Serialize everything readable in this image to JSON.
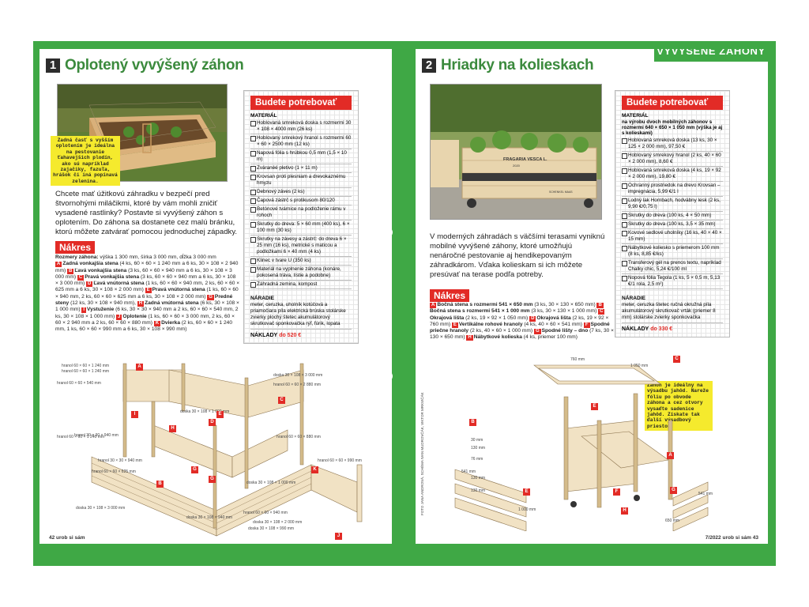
{
  "banner": "VYVÝŠENÉ ZÁHONY",
  "left": {
    "number": "1",
    "title": "Oplotený vyvýšený záhon",
    "note": "Zadná časť s vyšším oplotením je ideálna na pestovanie ťahavejších plodín, ako sú napríklad zajačiky, fazuľa, hrášok či iná popínavá zelenina.",
    "intro": "Chcete mať úžitkovú záhradku v bezpečí pred štvornohými miláčikmi, ktoré by vám mohli zničiť vysadené rastlinky? Postavte si vyvýšený záhon s oplotením. Do záhona sa dostanete cez malú bránku, ktorú môžete zatvárať pomocou jednoduchej západky.",
    "needs_title": "Budete potrebovať",
    "material_title": "MATERIÁL",
    "materials": [
      "Hoblovaná smreková doska s rozmermi 30 × 108 × 4000 mm (26 ks)",
      "Hoblovaný smrekový hranol s rozmermi 60 × 60 × 2500 mm (12 ks)",
      "Napová fólia s hrúbkou 0,5 mm (1,5 × 10 m)",
      "Zváranéé pletivo (1 × 11 m)",
      "Krovsan proti plesniam a drevokaznému hmyzu",
      "Debnový záves (2 ks)",
      "Čapová zástrč s protikusom 80/120",
      "Betónové tvárnice na podloženie rámu v rohoch",
      "Skrutky do dreva: 5 × 60 mm (400 ks), 6 × 100 mm (30 ks)",
      "Skrutky na závesy a zástrč: do dreva 6 × 25 mm (16 ks), metrické s maticou a podložkami 6 × 40 mm (4 ks)",
      "Klinec v tvare U (350 ks)",
      "Materiál na vyplnenie záhona (konáre, pokosená tráva, lístie a podobne)",
      "Záhradná zemina, kompost"
    ],
    "tools_title": "NÁRADIE",
    "tools": "meter, ceruzka, uholník kotúčová a priamočiara píla elektrická brúska stolárske zvierky plochý štetec akumulátorový skrutkovač spon­kovačka rýľ, fúrik, lopata",
    "cost_label": "NÁKLADY",
    "cost_value": "do 520 €",
    "nakres_title": "Nákres",
    "nakres_intro_bold": "Rozmery záhona:",
    "nakres_intro": " výška 1 300 mm, šírka 3 000 mm, dĺžka 3 000 mm",
    "parts": [
      {
        "l": "A",
        "name": "Zadná vonkajšia stena",
        "dim": " (4 ks, 60 × 60 × 1 240 mm a 6 ks, 30 × 108 × 2 940 mm) "
      },
      {
        "l": "B",
        "name": "Ľavá vonkajšia stena",
        "dim": " (3 ks, 60 × 60 × 940 mm a 6 ks, 30 × 108 × 3 000 mm) "
      },
      {
        "l": "C",
        "name": "Pravá vonkajšia stena",
        "dim": " (3 ks, 60 × 60 × 940 mm a 6 ks, 30 × 108 × 3 000 mm) "
      },
      {
        "l": "D",
        "name": "Ľavá vnútorná stena",
        "dim": " (1 ks, 60 × 60 × 940 mm, 2 ks, 60 × 60 × 625 mm a 6 ks, 30 × 108 × 2 000 mm) "
      },
      {
        "l": "E",
        "name": "Pravá vnútorná stena",
        "dim": " (1 ks, 60 × 60 × 940 mm, 2 ks, 60 × 60 × 625 mm a 6 ks, 30 × 108 × 2 000 mm) "
      },
      {
        "l": "G",
        "name": "Predné steny",
        "dim": " (12 ks, 30 × 108 × 940 mm), "
      },
      {
        "l": "H",
        "name": "Zadná vnútorná stena",
        "dim": " (6 ks, 30 × 108 × 1 000 mm) "
      },
      {
        "l": "I",
        "name": "Vystuženie",
        "dim": " (6 ks, 30 × 30 × 940 mm a 2 ks, 60 × 60 × 540 mm, 2 ks, 30 × 108 × 1 000 mm) "
      },
      {
        "l": "J",
        "name": "Oplotenie",
        "dim": " (1 ks, 60 × 60 × 3 000 mm, 2 ks, 60 × 60 × 2 940 mm a 2 ks, 60 × 60 × 880 mm) "
      },
      {
        "l": "K",
        "name": "Dvierka",
        "dim": " (2 ks, 60 × 60 × 1 240 mm, 1 ks, 60 × 60 × 990 mm a 6 ks, 30 × 108 × 990 mm)"
      }
    ],
    "diagram_labels": [
      "hranol 60 × 60 × 1 240 mm",
      "hranol 60 × 60 × 1 240 mm",
      "hranol 60 × 60 × 540 mm",
      "hranol 30 × 30 × 940 mm",
      "doska 30 × 108 × 3 000 mm",
      "hranol 60 × 60 × 2 880 mm",
      "doska 30 × 108 × 1 000 mm",
      "hranol 60 × 60 × 880 mm",
      "hranol 60 × 60 × 1 240 mm",
      "hranol 30 × 30 × 940 mm",
      "hranol 60 × 60 × 625 mm",
      "hranol 60 × 60 × 990 mm",
      "doska 30 × 108 × 1 000 mm",
      "doska 30 × 108 × 3 000 mm",
      "doska 30 × 108 × 940 mm",
      "doska 30 × 108 × 2 000 mm",
      "hranol 60 × 60 × 940 mm",
      "doska 30 × 108 × 990 mm"
    ],
    "footer": "42 urob si sám"
  },
  "right": {
    "number": "2",
    "title": "Hriadky na kolieskach",
    "photo_sign_1": "FRAGARIA VESCA L.",
    "photo_sign_2": "2020",
    "photo_sign_3": "SCHENKEL MAAS",
    "intro": "V moderných záhradách s väčšími terasami vyniknú mobilné vyvýšené záhony, ktoré umožňujú nenáročné pestovanie aj hendikepovaným záhradkárom. Vďaka kolieskam si ich môžete presúvať na terase podľa potreby.",
    "needs_title": "Budete potrebovať",
    "material_title": "MATERIÁL",
    "material_sub": "na výrobu dvoch mobilných záhonov s rozmermi 640 × 650 × 1 050 mm (výška je aj s kolieskami)",
    "materials": [
      "Hoblovaná smreková doska (13 ks, 30 × 125 × 2 000 mm), 97,50 €",
      "Hoblovaný smrekový hranol (2 ks, 40 × 60 × 2 000 mm), 8,60 €",
      "Hoblovaná smreková doska (4 ks, 19 × 92 × 2 000 mm), 19,80 €",
      "Ochranný prostriedok na drevo Krovsan – impregnácia, 5,99 €/1 l",
      "Lodný lak Hornbach, hodvábny lesk (2 ks, 9,90 €/0,75 l)",
      "Skrutky do dreva (100 ks, 4 × 50 mm)",
      "Skrutky do dreva (100 ks, 3,5 × 35 mm)",
      "Kovové sedlové uholníky (16 ks, 40 × 40 × 15 mm)",
      "Nábytkové koliesko s priemerom 100 mm (8 ks, 8,85 €/ks)",
      "Transferový gél na prenos textu, napríklad Chalky chic, 5,24 €/100 ml",
      "Nopová fólia Tegola (1 ks, 5 × 0,5 m, 5,13 €/1 rola, 2,5 m²)"
    ],
    "tools_title": "NÁRADIE",
    "tools": "meter, ceruzka štetec ručná okružná píla akumulátorový skrutkovač vrták (priemer 8 mm) stolárske zvierky sponkovačka",
    "cost_label": "NÁKLADY",
    "cost_value": "do 330 €",
    "nakres_title": "Nákres",
    "parts": [
      {
        "l": "A",
        "name": "Bočná stena s rozmermi 541 × 650 mm",
        "dim": " (3 ks, 30 × 130 × 650 mm) "
      },
      {
        "l": "B",
        "name": "Bočná stena s rozmermi 541 × 1 000 mm",
        "dim": " (3 ks, 30 × 130 × 1 000 mm) "
      },
      {
        "l": "C",
        "name": "Okrajová lišta",
        "dim": " (2 ks, 19 × 92 × 1 050 mm) "
      },
      {
        "l": "D",
        "name": "Okrajová lišta",
        "dim": " (2 ks, 19 × 92 × 760 mm) "
      },
      {
        "l": "E",
        "name": "Vertikálne rohové hranoly",
        "dim": " (4 ks, 40 × 60 × 541 mm) "
      },
      {
        "l": "F",
        "name": "Spodné priečne hranoly",
        "dim": " (2 ks, 40 × 60 × 1 000 mm) "
      },
      {
        "l": "G",
        "name": "Spodné lišty – dno",
        "dim": " (7 ks, 30 × 130 × 650 mm) "
      },
      {
        "l": "H",
        "name": "Nábytkové kolieska",
        "dim": " (4 ks, priemer 100 mm)"
      }
    ],
    "note": "Záhon je ideálny na výsadbu jahôd. Nareže fóliu po obvode záhona a cez otvory vysaďte sadenice jahôd. Získate tak ďalší výsadbový priestor.",
    "credit": "FOTO JANA ANDROVÁ, SCHÉMA IVAN MUDROVČÁK, VIKTOR MRKVIČÁK",
    "diagram_labels": [
      "760 mm",
      "1 050 mm",
      "30 mm",
      "130 mm",
      "541 mm",
      "76 mm",
      "130 mm",
      "130 mm",
      "1 000 mm",
      "541 mm",
      "650 mm"
    ],
    "footer": "7/2022 urob si sám 43"
  },
  "colors": {
    "green": "#3fa845",
    "red": "#e22b26",
    "yellow": "#f5ea2d",
    "title_green": "#3b8a3d"
  }
}
